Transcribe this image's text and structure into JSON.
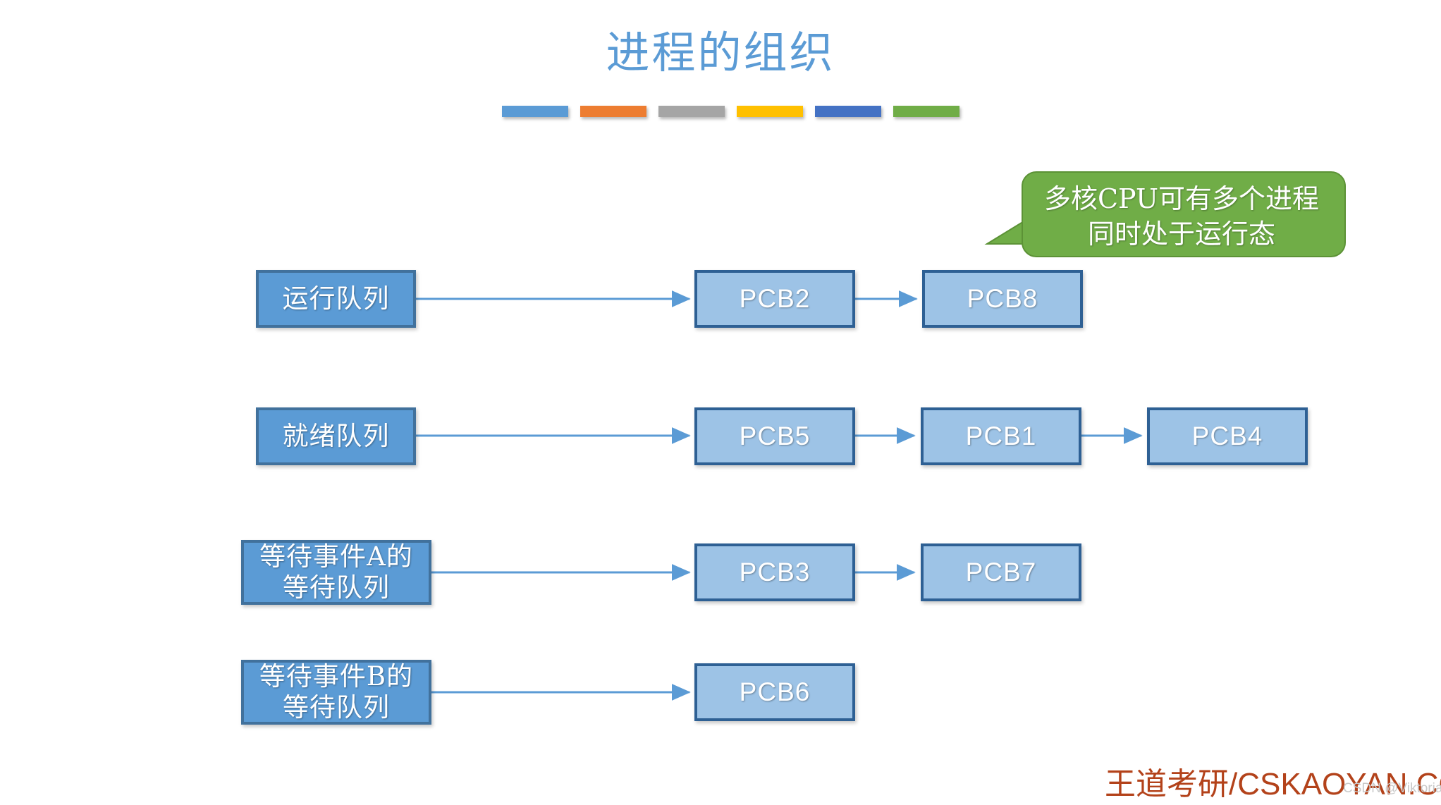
{
  "slide": {
    "title": "进程的组织",
    "title_color": "#5B9BD5",
    "background": "#ffffff"
  },
  "decor_bars": [
    {
      "name": "bar-blue",
      "color": "#5B9BD5"
    },
    {
      "name": "bar-orange",
      "color": "#ED7D31"
    },
    {
      "name": "bar-gray",
      "color": "#A5A5A5"
    },
    {
      "name": "bar-yellow",
      "color": "#FFC000"
    },
    {
      "name": "bar-dark-blue",
      "color": "#4472C4"
    },
    {
      "name": "bar-green",
      "color": "#70AD47"
    }
  ],
  "callout": {
    "line1": "多核CPU可有多个进程",
    "line2": "同时处于运行态",
    "fill": "#70AD47",
    "stroke": "#5C9236",
    "text_color": "#ffffff"
  },
  "diagram": {
    "queue_fill": "#5B9BD5",
    "queue_border": "#41719C",
    "pcb_fill": "#9DC3E6",
    "pcb_border": "#2E6094",
    "arrow_color": "#5B9BD5",
    "rows": [
      {
        "id": "running-queue",
        "label_line1": "运行队列",
        "label_line2": "",
        "pcbs": [
          "PCB2",
          "PCB8"
        ]
      },
      {
        "id": "ready-queue",
        "label_line1": "就绪队列",
        "label_line2": "",
        "pcbs": [
          "PCB5",
          "PCB1",
          "PCB4"
        ]
      },
      {
        "id": "wait-event-a-queue",
        "label_line1": "等待事件A的",
        "label_line2": "等待队列",
        "pcbs": [
          "PCB3",
          "PCB7"
        ]
      },
      {
        "id": "wait-event-b-queue",
        "label_line1": "等待事件B的",
        "label_line2": "等待队列",
        "pcbs": [
          "PCB6"
        ]
      }
    ]
  },
  "footer": {
    "brand": "王道考研/CSKAOYAN.COM",
    "brand_color": "#B3421A",
    "watermark": "CSDN @Viktoriae"
  }
}
